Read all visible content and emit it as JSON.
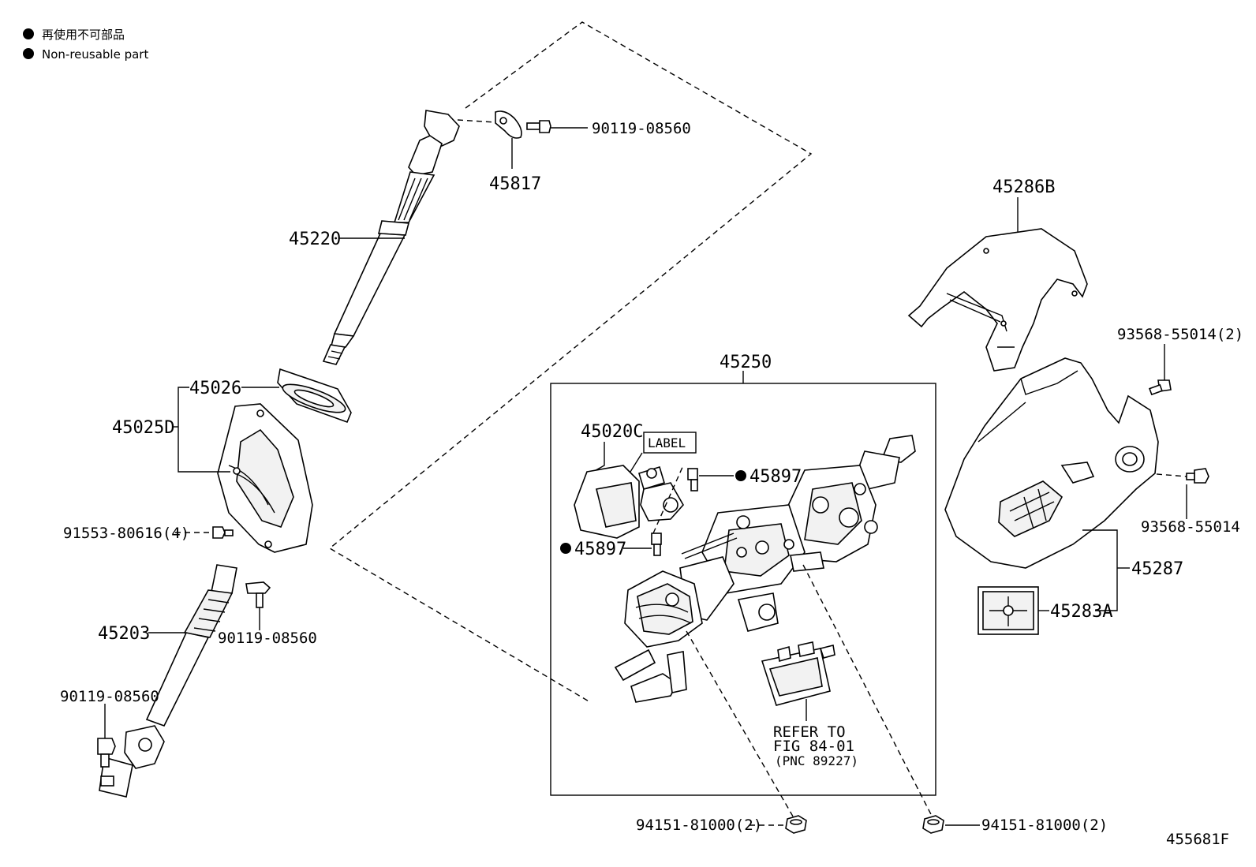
{
  "legend": {
    "line1": "再使用不可部品",
    "line2": "Non-reusable part"
  },
  "labels": {
    "p90119_top": "90119-08560",
    "p45817": "45817",
    "p45220": "45220",
    "p45026": "45026",
    "p45025D": "45025D",
    "p91553": "91553-80616(4)",
    "p45203": "45203",
    "p90119_mid": "90119-08560",
    "p90119_bot": "90119-08560",
    "p45250": "45250",
    "p45020C": "45020C",
    "label_box": "LABEL",
    "p45897_a": "45897",
    "p45897_b": "45897",
    "refer1": "REFER TO",
    "refer2": "FIG 84-01",
    "refer3": "(PNC 89227)",
    "p94151_left": "94151-81000(2)",
    "p94151_right": "94151-81000(2)",
    "p45286B": "45286B",
    "p93568_top": "93568-55014(2)",
    "p93568_bot": "93568-55014",
    "p45287": "45287",
    "p45283A": "45283A",
    "fig_id": "455681F"
  },
  "colors": {
    "ink": "#000000",
    "paper": "#ffffff"
  }
}
